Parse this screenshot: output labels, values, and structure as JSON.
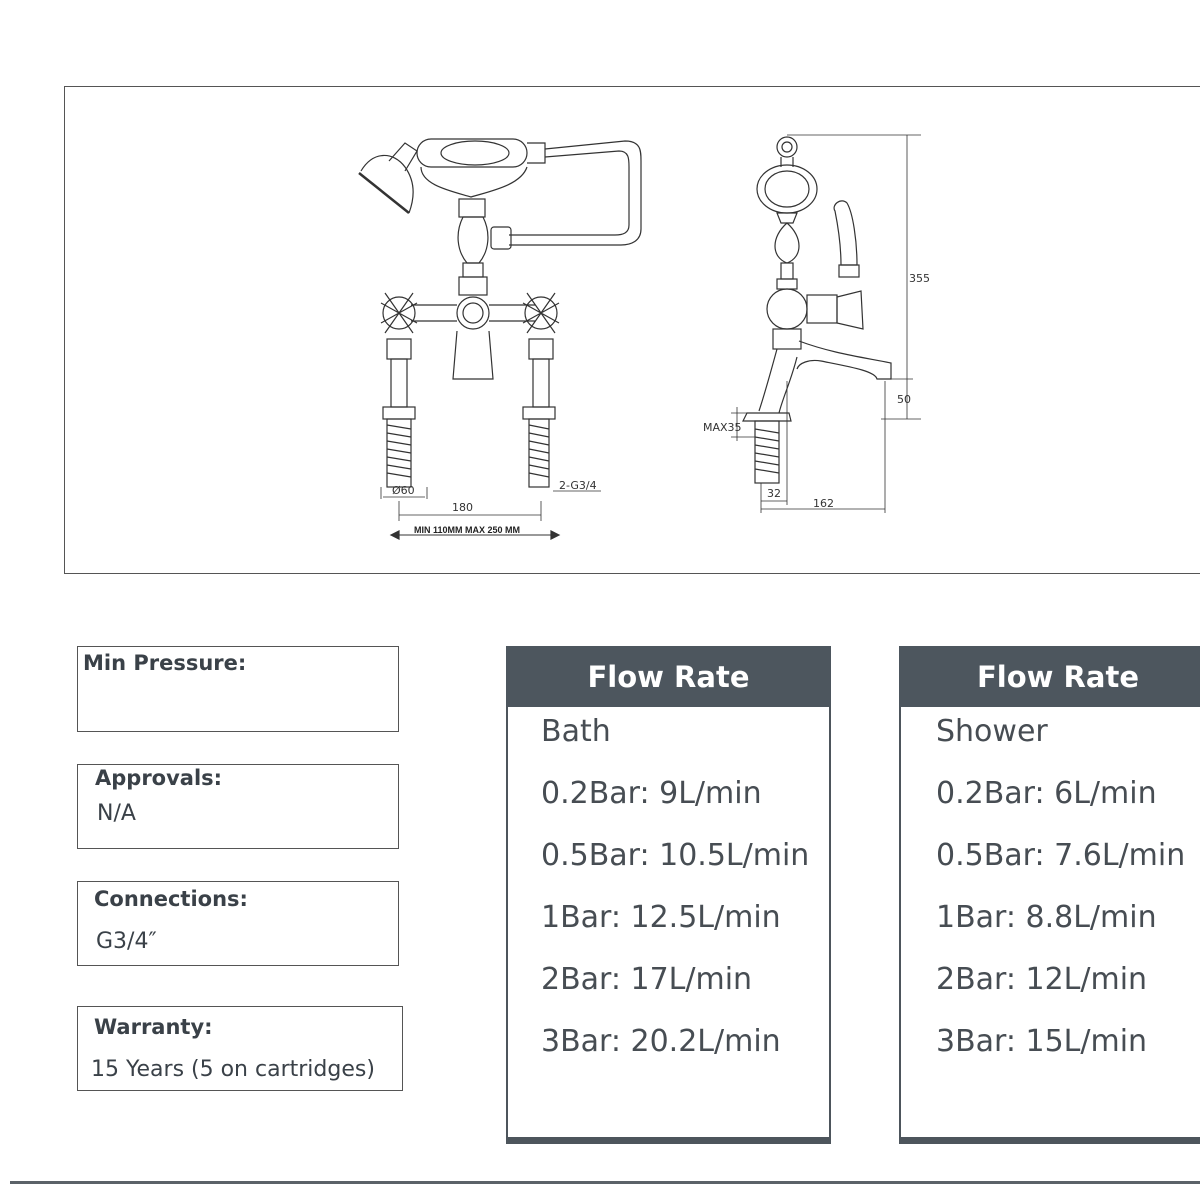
{
  "drawing": {
    "dimensions": {
      "height_total": "355",
      "spout_height": "50",
      "max_deck": "MAX35",
      "base_diameter": "Ø60",
      "centres": "180",
      "connection": "2-G3/4",
      "centres_range": "MIN 110MM  MAX 250 MM",
      "spout_offset": "32",
      "spout_reach": "162"
    }
  },
  "specs": [
    {
      "label": "Min Pressure:",
      "value": ""
    },
    {
      "label": "Approvals:",
      "value": "N/A"
    },
    {
      "label": "Connections:",
      "value": "G3/4″"
    },
    {
      "label": "Warranty:",
      "value": "15 Years (5 on cartridges)"
    }
  ],
  "flow_tables": [
    {
      "title": "Flow Rate",
      "subtitle": "Bath",
      "rows": [
        "0.2Bar: 9L/min",
        "0.5Bar: 10.5L/min",
        "1Bar: 12.5L/min",
        "2Bar: 17L/min",
        "3Bar: 20.2L/min"
      ]
    },
    {
      "title": "Flow Rate",
      "subtitle": "Shower",
      "rows": [
        "0.2Bar: 6L/min",
        "0.5Bar: 7.6L/min",
        "1Bar: 8.8L/min",
        "2Bar: 12L/min",
        "3Bar: 15L/min"
      ]
    }
  ],
  "colors": {
    "header_fill": "#4d565e",
    "border": "#555555",
    "text": "#3a4148"
  }
}
